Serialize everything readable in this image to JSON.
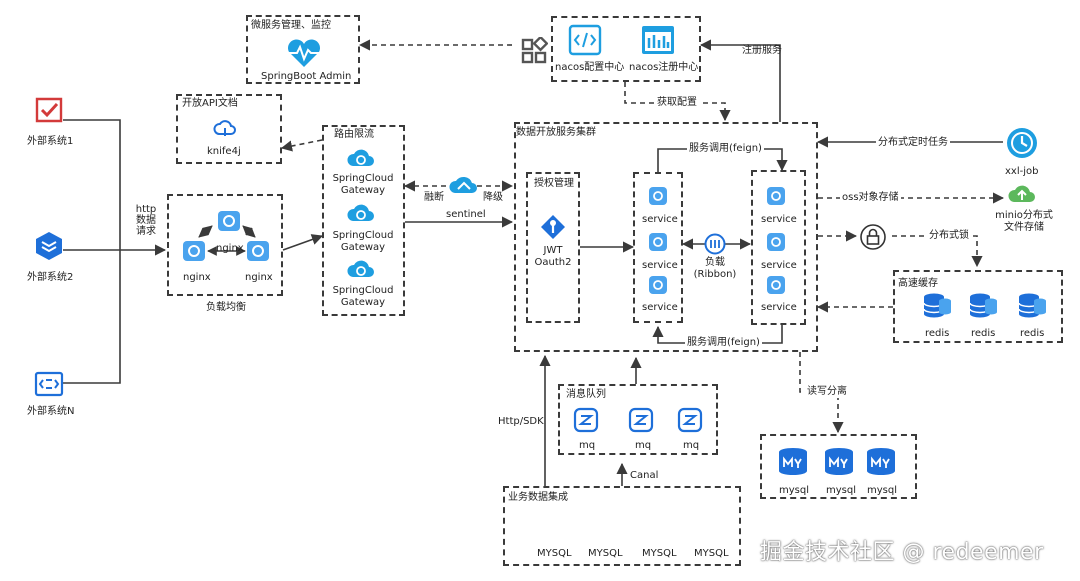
{
  "colors": {
    "blue": "#1e6fd9",
    "red": "#d33a3a",
    "green": "#5cb85c",
    "line": "#3a3a3a"
  },
  "external": {
    "system1": "外部系统1",
    "system2": "外部系统2",
    "systemN": "外部系统N"
  },
  "http_label": "http\n数据\n请求",
  "lb": {
    "node1": "nginx",
    "node2": "nginx",
    "node3": "nginx",
    "caption": "负载均衡"
  },
  "api_doc": {
    "title": "开放API文档",
    "item": "knife4j"
  },
  "admin": {
    "title": "微服务管理、监控",
    "item": "SpringBoot Admin"
  },
  "nacos": {
    "config": "nacos配置中心",
    "registry": "nacos注册中心"
  },
  "router": {
    "title": "路由限流",
    "gw1": "SpringCloud\nGateway",
    "gw2": "SpringCloud\nGateway",
    "gw3": "SpringCloud\nGateway"
  },
  "sentinel": {
    "fuse": "融断",
    "degrade": "降级",
    "name": "sentinel"
  },
  "cluster": {
    "title": "数据开放服务集群"
  },
  "auth": {
    "title": "授权管理",
    "item": "JWT\nOauth2"
  },
  "services": {
    "left": [
      "service",
      "service",
      "service"
    ],
    "right": [
      "service",
      "service",
      "service"
    ]
  },
  "feign": {
    "top": "服务调用(feign)",
    "bottom": "服务调用(feign)"
  },
  "ribbon": "负载\n(Ribbon)",
  "edges": {
    "register": "注册服务",
    "get_config": "获取配置",
    "scheduled": "分布式定时任务",
    "oss": "oss对象存储",
    "lock": "分布式锁",
    "rw_split": "读写分离",
    "http_sdk": "Http/SDK",
    "canal": "Canal"
  },
  "xxljob": "xxl-job",
  "minio": "minio分布式\n文件存储",
  "cache": {
    "title": "高速缓存",
    "items": [
      "redis",
      "redis",
      "redis"
    ]
  },
  "mq": {
    "title": "消息队列",
    "items": [
      "mq",
      "mq",
      "mq"
    ]
  },
  "mysql": {
    "items": [
      "mysql",
      "mysql",
      "mysql"
    ]
  },
  "integration": {
    "title": "业务数据集成",
    "items": [
      "MYSQL",
      "MYSQL",
      "MYSQL",
      "MYSQL"
    ]
  },
  "watermark": "掘金技术社区 @ redeemer"
}
